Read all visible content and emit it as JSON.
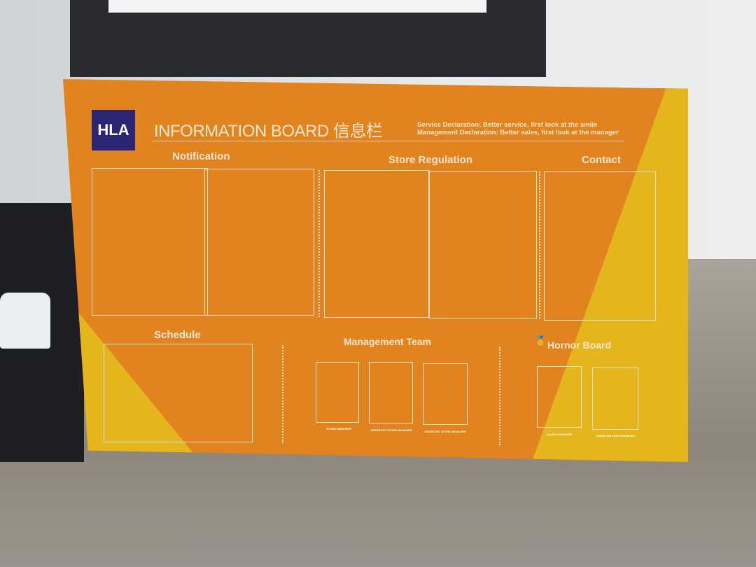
{
  "board": {
    "logo": "HLA",
    "title": "INFORMATION BOARD 信息栏",
    "service_declaration": "Service Declaration: Better service, first look at the smile",
    "management_declaration": "Management Declaration: Better sales, first look at the manager",
    "sections": {
      "notification": "Notification",
      "store_regulation": "Store Regulation",
      "contact": "Contact",
      "schedule": "Schedule",
      "management_team": "Management Team",
      "honor_board": "Hornor Board"
    },
    "team_captions": [
      "STORE MANAGER",
      "ASSISTANT STORE MANAGER",
      "ASSISTANT STORE MANAGER"
    ],
    "honor_captions": [
      "SALES CHAMPION",
      "CROSS-SELLING CHAMPION"
    ],
    "colors": {
      "orange": "#e1831f",
      "yellow": "#e4b51c",
      "logo_bg": "#2b2576"
    }
  }
}
